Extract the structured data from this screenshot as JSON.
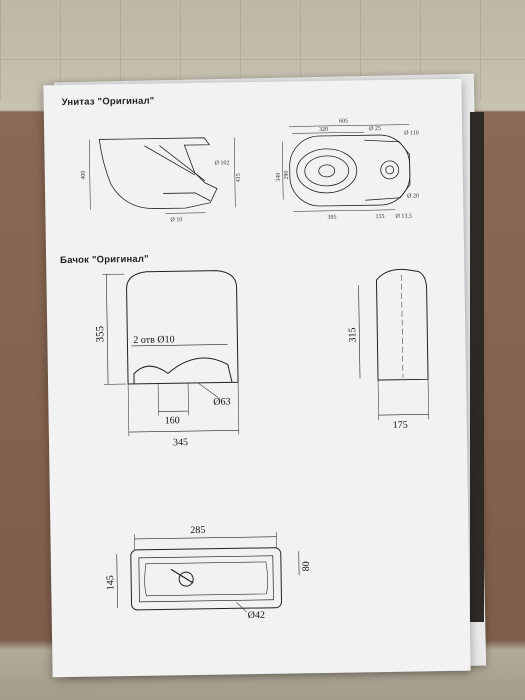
{
  "document": {
    "title_toilet": "Унитаз \"Оригинал\"",
    "title_tank": "Бачок \"Оригинал\"",
    "toilet_dims": {
      "side_height": "400",
      "side_d102": "Ø 102",
      "side_415": "415",
      "side_d10": "Ø 10",
      "top_605": "605",
      "top_320": "320",
      "top_d25": "Ø 25",
      "top_d110": "Ø 110",
      "top_340": "340",
      "top_290": "290",
      "top_395": "395",
      "top_155": "155",
      "top_d135": "Ø 13,5",
      "top_d20": "Ø 20"
    },
    "tank_front": {
      "height": "355",
      "holes": "2 отв Ø10",
      "d63": "Ø63",
      "w160": "160",
      "w345": "345"
    },
    "tank_side": {
      "height": "315",
      "width": "175"
    },
    "tank_top": {
      "w285": "285",
      "h145": "145",
      "d80": "80",
      "d42": "Ø42"
    }
  }
}
